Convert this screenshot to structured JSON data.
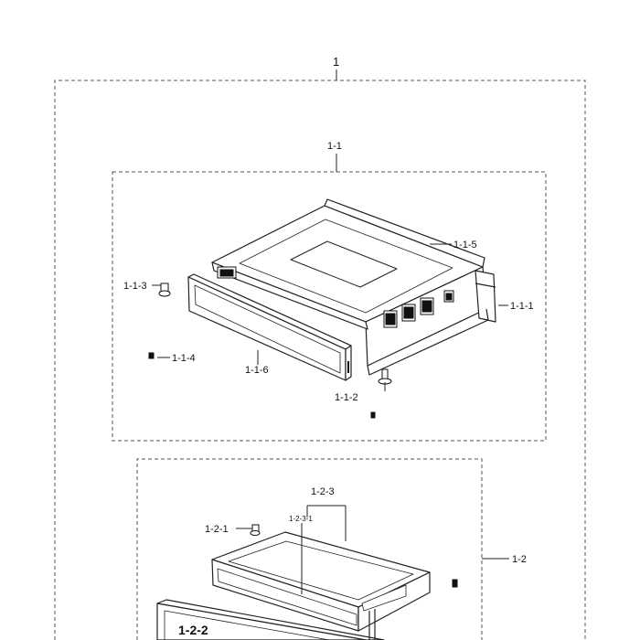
{
  "labels": {
    "root": "1",
    "group_1_1": "1-1",
    "part_1_1_1": "1-1-1",
    "part_1_1_2": "1-1-2",
    "part_1_1_3": "1-1-3",
    "part_1_1_4": "1-1-4",
    "part_1_1_5": "1-1-5",
    "part_1_1_6": "1-1-6",
    "group_1_2": "1-2",
    "part_1_2_1": "1-2-1",
    "part_1_2_2": "1-2-2",
    "part_1_2_3": "1-2-3",
    "part_1_2_3_1": "1-2-3-1"
  },
  "colors": {
    "line": "#222222",
    "fill": "#ffffff",
    "shade": "#111111"
  }
}
